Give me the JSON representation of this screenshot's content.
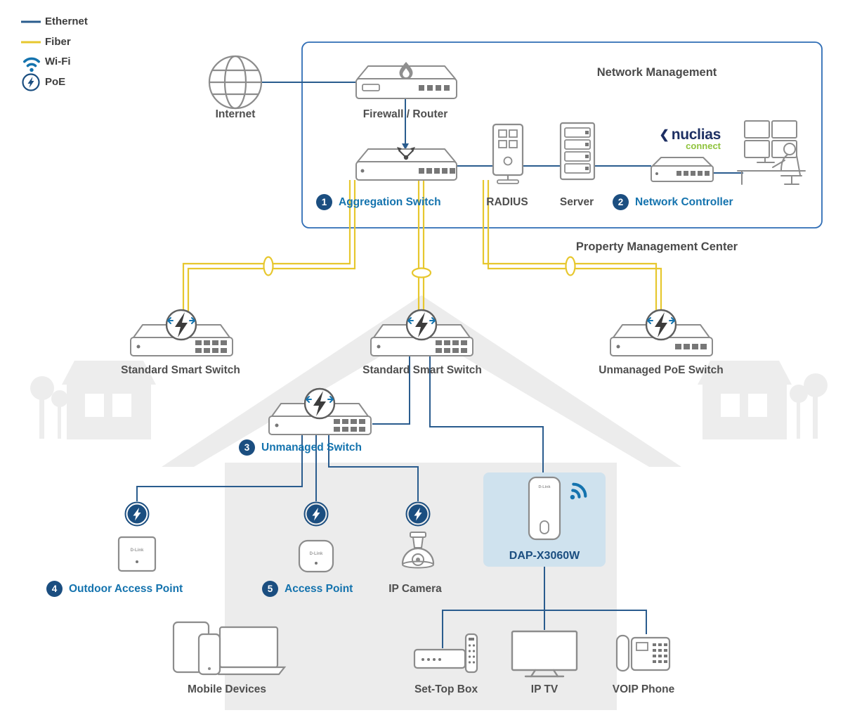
{
  "legend": {
    "ethernet": "Ethernet",
    "fiber": "Fiber",
    "wifi": "Wi-Fi",
    "poe": "PoE"
  },
  "headings": {
    "network_management": "Network Management",
    "property_management": "Property Management Center"
  },
  "nodes": {
    "internet": "Internet",
    "firewall": "Firewall / Router",
    "aggregation_switch": {
      "num": "1",
      "label": "Aggregation Switch"
    },
    "radius": "RADIUS",
    "server": "Server",
    "network_controller": {
      "num": "2",
      "label": "Network Controller"
    },
    "smart_switch_left": "Standard Smart Switch",
    "smart_switch_center": "Standard Smart Switch",
    "unmanaged_poe_switch": "Unmanaged PoE Switch",
    "unmanaged_switch": {
      "num": "3",
      "label": "Unmanaged Switch"
    },
    "outdoor_access_point": {
      "num": "4",
      "label": "Outdoor Access Point"
    },
    "access_point": {
      "num": "5",
      "label": "Access Point"
    },
    "ip_camera": "IP Camera",
    "dap_model": "DAP-X3060W",
    "mobile_devices": "Mobile Devices",
    "set_top_box": "Set-Top Box",
    "ip_tv": "IP TV",
    "voip_phone": "VOIP Phone"
  },
  "brand": {
    "mark": "❮",
    "nuclias": "nuclias",
    "connect": "connect",
    "dlink": "D-Link"
  },
  "colors": {
    "ethernet": "#2a5c8e",
    "fiber": "#e7c72e",
    "link_label": "#1473ae",
    "badge": "#1b4e80",
    "highlight": "#cfe2ee"
  }
}
